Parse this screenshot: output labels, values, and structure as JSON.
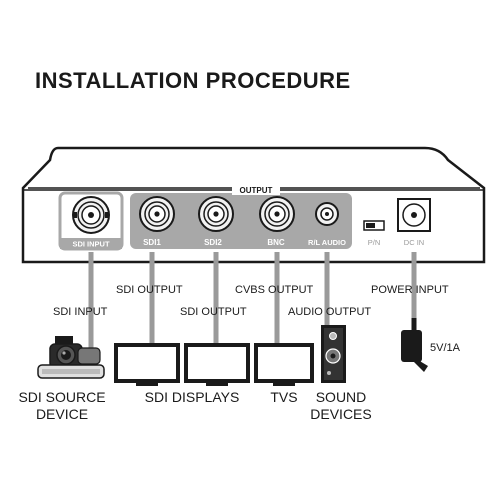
{
  "title": "INSTALLATION PROCEDURE",
  "device": {
    "output_header": "OUTPUT",
    "ports": {
      "sdi_input": "SDI INPUT",
      "sdi1": "SDI1",
      "sdi2": "SDI2",
      "bnc": "BNC",
      "rl_audio": "R/L AUDIO",
      "pn": "P/N",
      "dc_in": "DC IN"
    }
  },
  "connections": {
    "sdi_input": "SDI INPUT",
    "sdi_output_1": "SDI OUTPUT",
    "sdi_output_2": "SDI OUTPUT",
    "cvbs_output": "CVBS OUTPUT",
    "audio_output": "AUDIO OUTPUT",
    "power_input": "POWER INPUT",
    "adapter_rating": "5V/1A"
  },
  "devices": {
    "source_line1": "SDI SOURCE",
    "source_line2": "DEVICE",
    "displays": "SDI DISPLAYS",
    "tvs": "TVS",
    "sound_line1": "SOUND",
    "sound_line2": "DEVICES"
  },
  "colors": {
    "ink": "#1a1a1a",
    "panel": "#a8a8a8",
    "cable": "#9a9a9a"
  },
  "icons": [
    "bnc-connector-icon",
    "rca-jack-icon",
    "switch-icon",
    "dc-jack-icon",
    "camera-icon",
    "monitor-icon",
    "speaker-icon",
    "power-adapter-icon"
  ]
}
